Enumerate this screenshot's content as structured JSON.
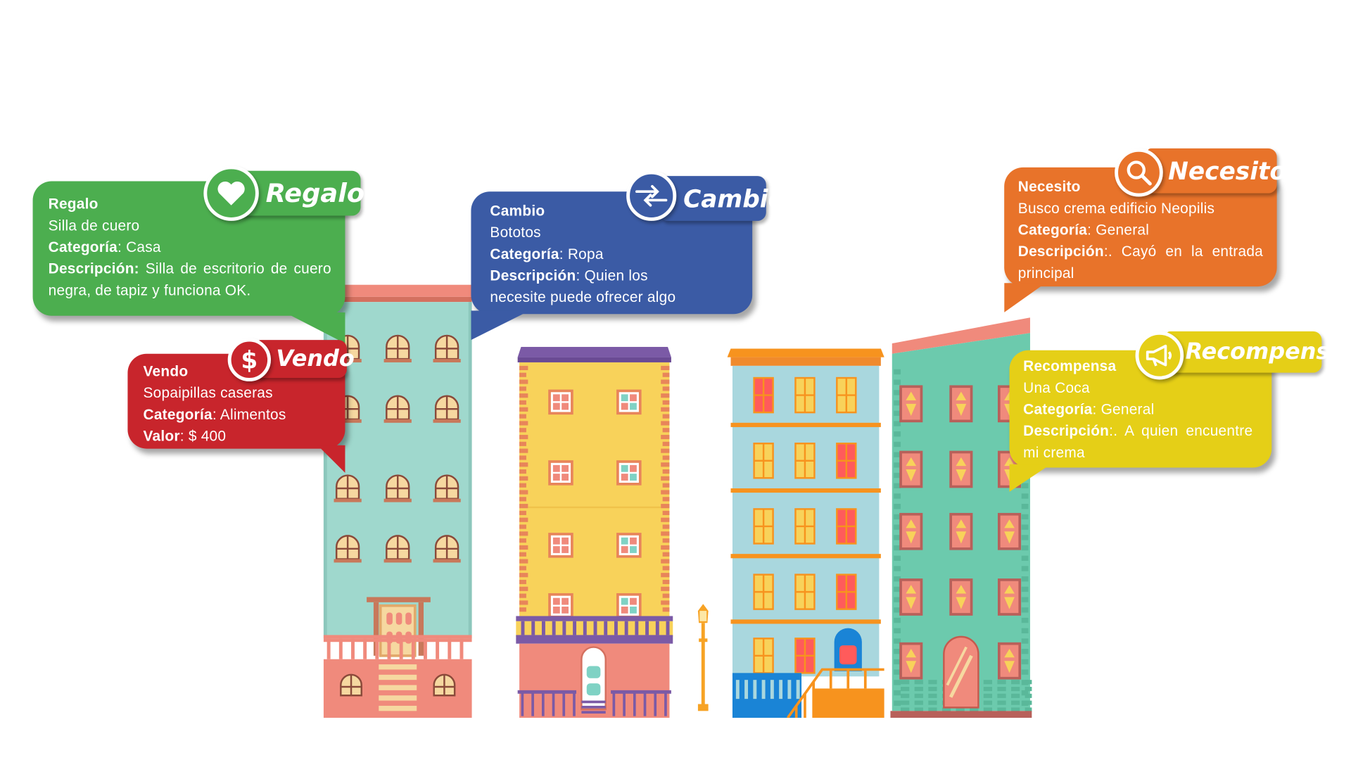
{
  "colors": {
    "regalo": "#4cae4f",
    "vendo": "#c8252c",
    "cambio": "#3b5ba5",
    "necesito": "#e8732a",
    "recompensa": "#e5cf17"
  },
  "cards": {
    "regalo": {
      "tag": "Regalo",
      "icon": "heart-icon",
      "title": "Regalo",
      "item": "Silla de cuero",
      "cat_label": "Categoría",
      "cat_value": ": Casa",
      "desc_label": "Descripción:",
      "desc_value": " Silla de escritorio de cuero negra, de tapiz y funciona OK."
    },
    "vendo": {
      "tag": "Vendo",
      "icon": "dollar-icon",
      "title": "Vendo",
      "item": "Sopaipillas caseras",
      "cat_label": "Categoría",
      "cat_value": ": Alimentos",
      "value_label": "Valor",
      "value_value": ": $ 400"
    },
    "cambio": {
      "tag": "Cambio",
      "icon": "exchange-arrows-icon",
      "title": "Cambio",
      "item": "Bototos",
      "cat_label": "Categoría",
      "cat_value": ": Ropa",
      "desc_label": "Descripción",
      "desc_value": ": Quien los necesite puede ofrecer algo"
    },
    "necesito": {
      "tag": "Necesito",
      "icon": "magnifier-icon",
      "title": "Necesito",
      "item": "Busco crema edificio Neopilis",
      "cat_label": "Categoría",
      "cat_value": ": General",
      "desc_label": "Descripción",
      "desc_value": ":. Cayó en la entrada principal"
    },
    "recompensa": {
      "tag": "Recompensa",
      "icon": "megaphone-icon",
      "title": "Recompensa",
      "item": "Una Coca",
      "cat_label": "Categoría",
      "cat_value": ": General",
      "desc_label": "Descripción",
      "desc_value": ":. A quien encuentre mi crema"
    }
  }
}
